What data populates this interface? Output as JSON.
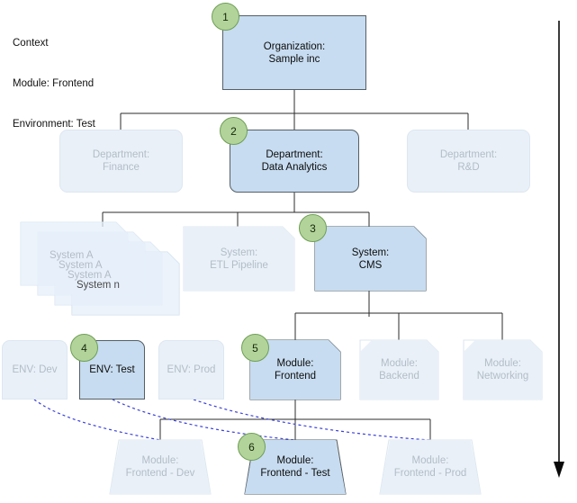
{
  "context": {
    "title": "Context",
    "lines": [
      "Module: Frontend",
      "Environment: Test"
    ]
  },
  "colors": {
    "active_fill": "#c7dcf0",
    "faded_fill": "#e9f0f8",
    "node_border": "#555f66",
    "badge_fill": "#b2d49a",
    "badge_border": "#6f9e56",
    "link_line": "#2b2b2b",
    "dotted_link": "#3a40d8",
    "active_text": "#0d0d0d",
    "faded_text": "#b3bcc6"
  },
  "levels": {
    "organization": {
      "label": "Organization:\nSample inc",
      "badge": "1",
      "state": "active"
    },
    "departments": [
      {
        "label": "Department:\nFinance",
        "state": "faded",
        "badge": null
      },
      {
        "label": "Department:\nData Analytics",
        "state": "active",
        "badge": "2"
      },
      {
        "label": "Department:\nR&D",
        "state": "faded",
        "badge": null
      }
    ],
    "systems_stack": {
      "state": "faded",
      "labels": [
        "System A",
        "System A",
        "System A",
        "System n"
      ]
    },
    "systems": [
      {
        "label": "System:\nETL Pipeline",
        "state": "faded",
        "badge": null
      },
      {
        "label": "System:\nCMS",
        "state": "active",
        "badge": "3"
      }
    ],
    "environments": [
      {
        "label": "ENV: Dev",
        "state": "faded",
        "badge": null
      },
      {
        "label": "ENV: Test",
        "state": "active",
        "badge": "4"
      },
      {
        "label": "ENV: Prod",
        "state": "faded",
        "badge": null
      }
    ],
    "modules": [
      {
        "label": "Module:\nFrontend",
        "state": "active",
        "badge": "5"
      },
      {
        "label": "Module:\nBackend",
        "state": "faded",
        "badge": null
      },
      {
        "label": "Module:\nNetworking",
        "state": "faded",
        "badge": null
      }
    ],
    "deployments": [
      {
        "label": "Module:\nFrontend - Dev",
        "state": "faded",
        "badge": null
      },
      {
        "label": "Module:\nFrontend - Test",
        "state": "active",
        "badge": "6"
      },
      {
        "label": "Module:\nFrontend - Prod",
        "state": "faded",
        "badge": null
      }
    ]
  },
  "flow_arrow": {
    "direction": "down"
  }
}
